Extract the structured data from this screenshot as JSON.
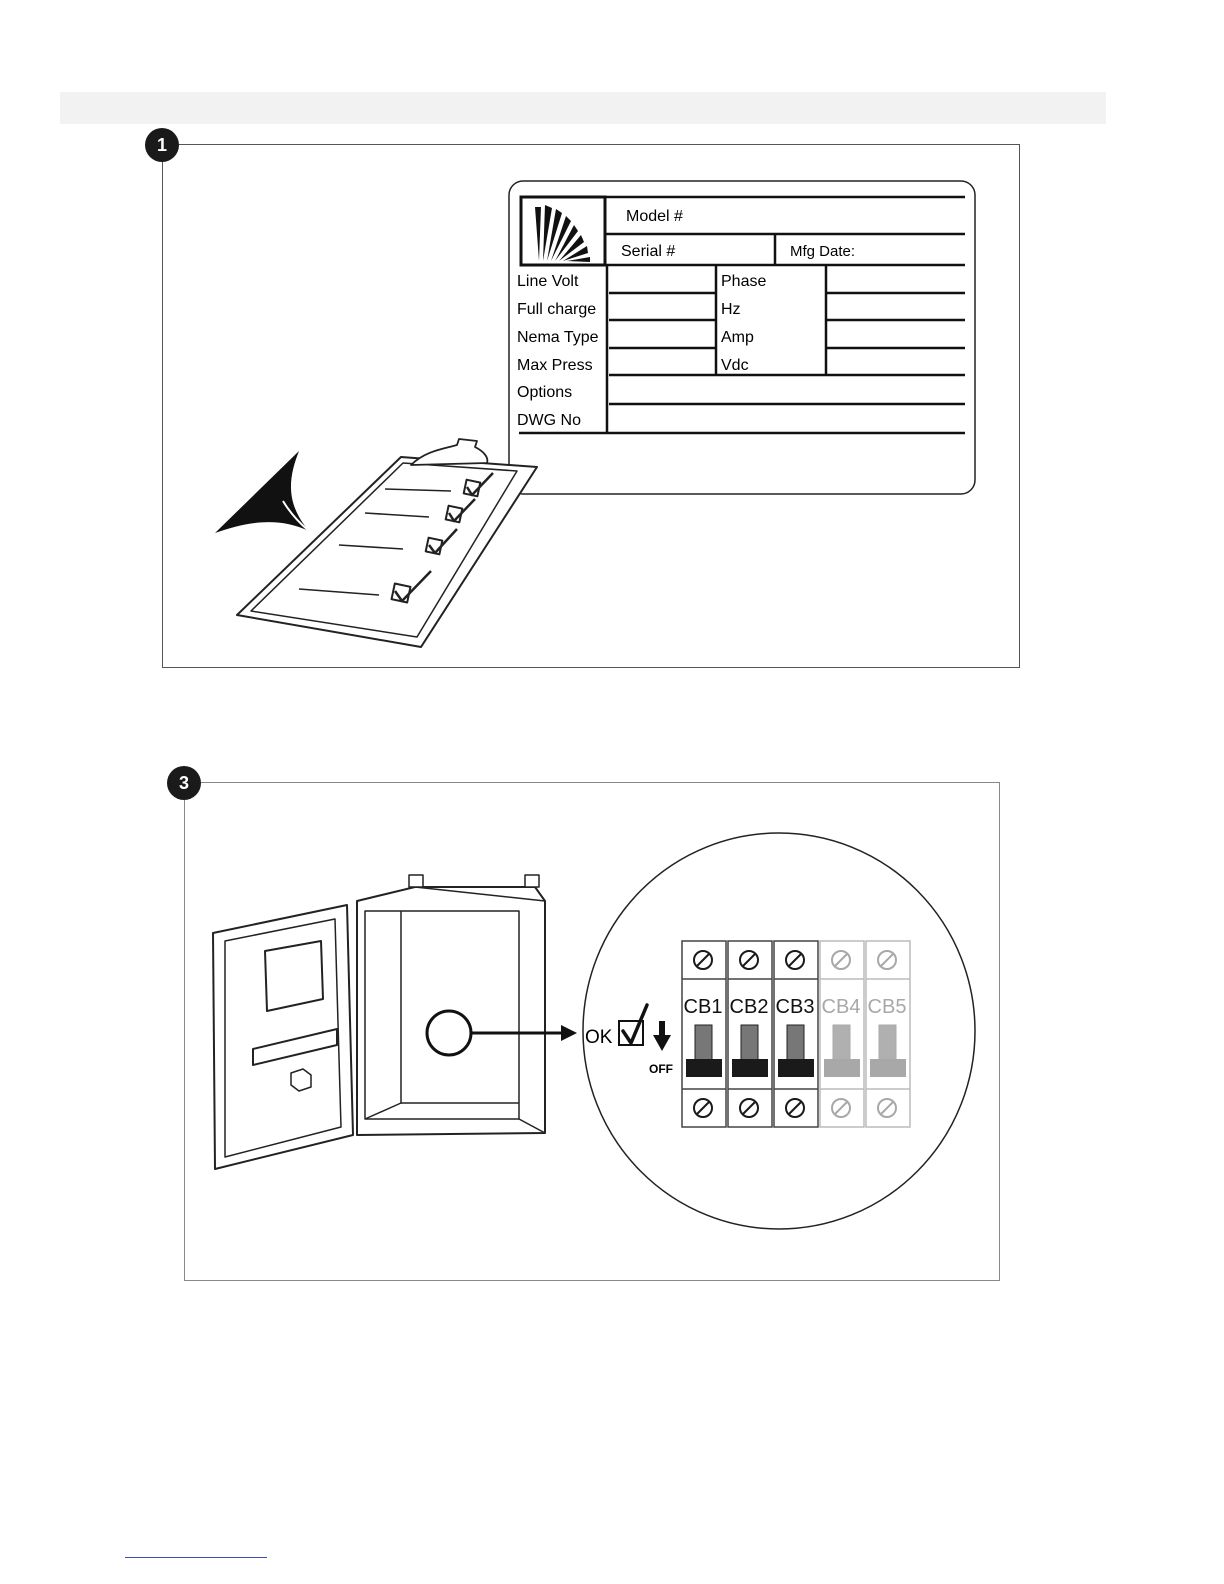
{
  "step1": {
    "badge": "1",
    "nameplate": {
      "model_label": "Model #",
      "serial_label": "Serial #",
      "mfg_date_label": "Mfg Date:",
      "left_labels": [
        "Line Volt",
        "Full charge",
        "Nema Type",
        "Max Press",
        "Options",
        "DWG No"
      ],
      "mid_labels": [
        "Phase",
        "Hz",
        "Amp",
        "Vdc"
      ]
    },
    "icons": [
      "logo-fan-icon",
      "clipboard-checklist-icon",
      "pen-nib-icon"
    ]
  },
  "step3": {
    "badge": "3",
    "ok_label": "OK",
    "off_label": "OFF",
    "breakers": [
      {
        "label": "CB1",
        "state": "off"
      },
      {
        "label": "CB2",
        "state": "off"
      },
      {
        "label": "CB3",
        "state": "off"
      },
      {
        "label": "CB4",
        "state": "inactive"
      },
      {
        "label": "CB5",
        "state": "inactive"
      }
    ],
    "colors": {
      "active": "#1a1a1a",
      "inactive": "#a8a8a8"
    },
    "icons": [
      "control-panel-icon",
      "magnify-circle-icon",
      "arrow-right-icon",
      "checkbox-check-icon",
      "arrow-down-icon",
      "screw-icon"
    ]
  }
}
